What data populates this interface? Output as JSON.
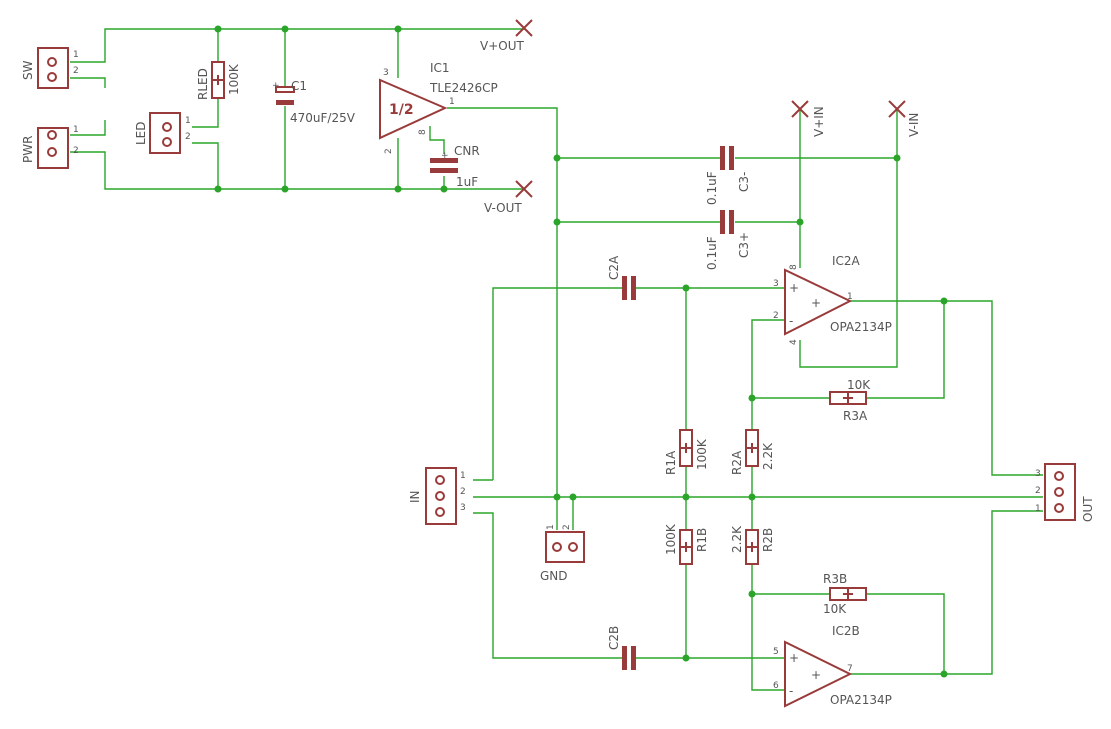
{
  "connectors": {
    "sw": {
      "name": "SW",
      "pins": [
        "1",
        "2"
      ]
    },
    "pwr": {
      "name": "PWR",
      "pins": [
        "1",
        "2"
      ]
    },
    "led": {
      "name": "LED",
      "pins": [
        "1",
        "2"
      ]
    },
    "gnd": {
      "name": "GND",
      "pins": [
        "1",
        "2"
      ]
    },
    "in": {
      "name": "IN",
      "pins": [
        "1",
        "2",
        "3"
      ]
    },
    "out": {
      "name": "OUT",
      "pins": [
        "3",
        "2",
        "1"
      ]
    }
  },
  "resistors": {
    "rled": {
      "name": "RLED",
      "value": "100K"
    },
    "r1a": {
      "name": "R1A",
      "value": "100K"
    },
    "r2a": {
      "name": "R2A",
      "value": "2.2K"
    },
    "r3a": {
      "name": "R3A",
      "value": "10K"
    },
    "r1b": {
      "name": "R1B",
      "value": "100K"
    },
    "r2b": {
      "name": "R2B",
      "value": "2.2K"
    },
    "r3b": {
      "name": "R3B",
      "value": "10K"
    }
  },
  "capacitors": {
    "c1": {
      "name": "C1",
      "value": "470uF/25V"
    },
    "cnr": {
      "name": "CNR",
      "value": "1uF"
    },
    "c3m": {
      "name": "C3-",
      "value": "0.1uF"
    },
    "c3p": {
      "name": "C3+",
      "value": "0.1uF"
    },
    "c2a": {
      "name": "C2A"
    },
    "c2b": {
      "name": "C2B"
    }
  },
  "ic1": {
    "name": "IC1",
    "part": "TLE2426CP",
    "symbol": "1/2",
    "pins": [
      "3",
      "1",
      "2",
      "8"
    ]
  },
  "ic2a": {
    "name": "IC2A",
    "part": "OPA2134P",
    "pins": [
      "3",
      "2",
      "1",
      "8",
      "4"
    ],
    "plus": "+",
    "minus": "-",
    "center": "+"
  },
  "ic2b": {
    "name": "IC2B",
    "part": "OPA2134P",
    "pins": [
      "5",
      "6",
      "7"
    ],
    "plus": "+",
    "minus": "-",
    "center": "+"
  },
  "nets": {
    "vplus_out": "V+OUT",
    "vminus_out": "V-OUT",
    "vplus_in": "V+IN",
    "vminus_in": "V-IN"
  },
  "colors": {
    "wire": "#2aa52a",
    "part": "#9a3b3b",
    "text": "#555555"
  }
}
